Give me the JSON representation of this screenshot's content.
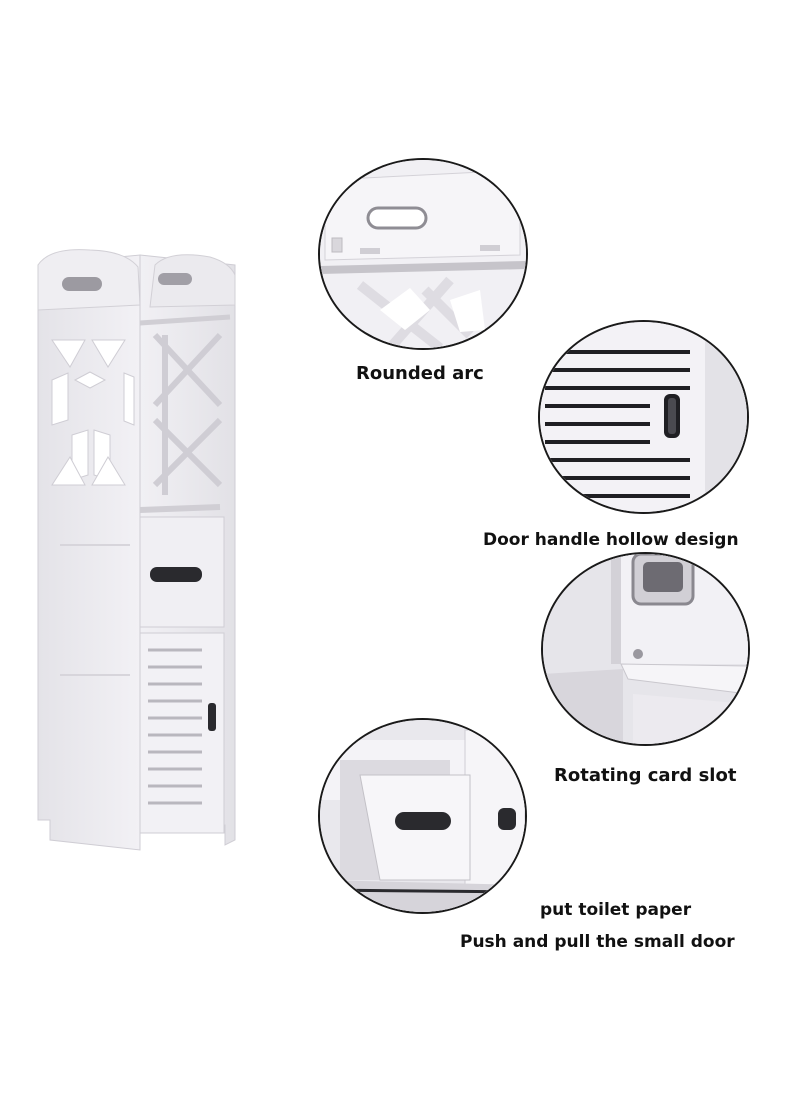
{
  "captions": {
    "rounded_arc": "Rounded arc",
    "door_handle": "Door handle hollow design",
    "rotating_slot": "Rotating card slot",
    "toilet_paper": "put toilet paper",
    "push_pull": "Push and pull the small door"
  },
  "colors": {
    "background": "#ffffff",
    "cabinet": "#ecebef",
    "cabinet_shadow": "#cfcdd4",
    "slot_dark": "#2a2a2e",
    "outline": "#1a1a1a"
  }
}
